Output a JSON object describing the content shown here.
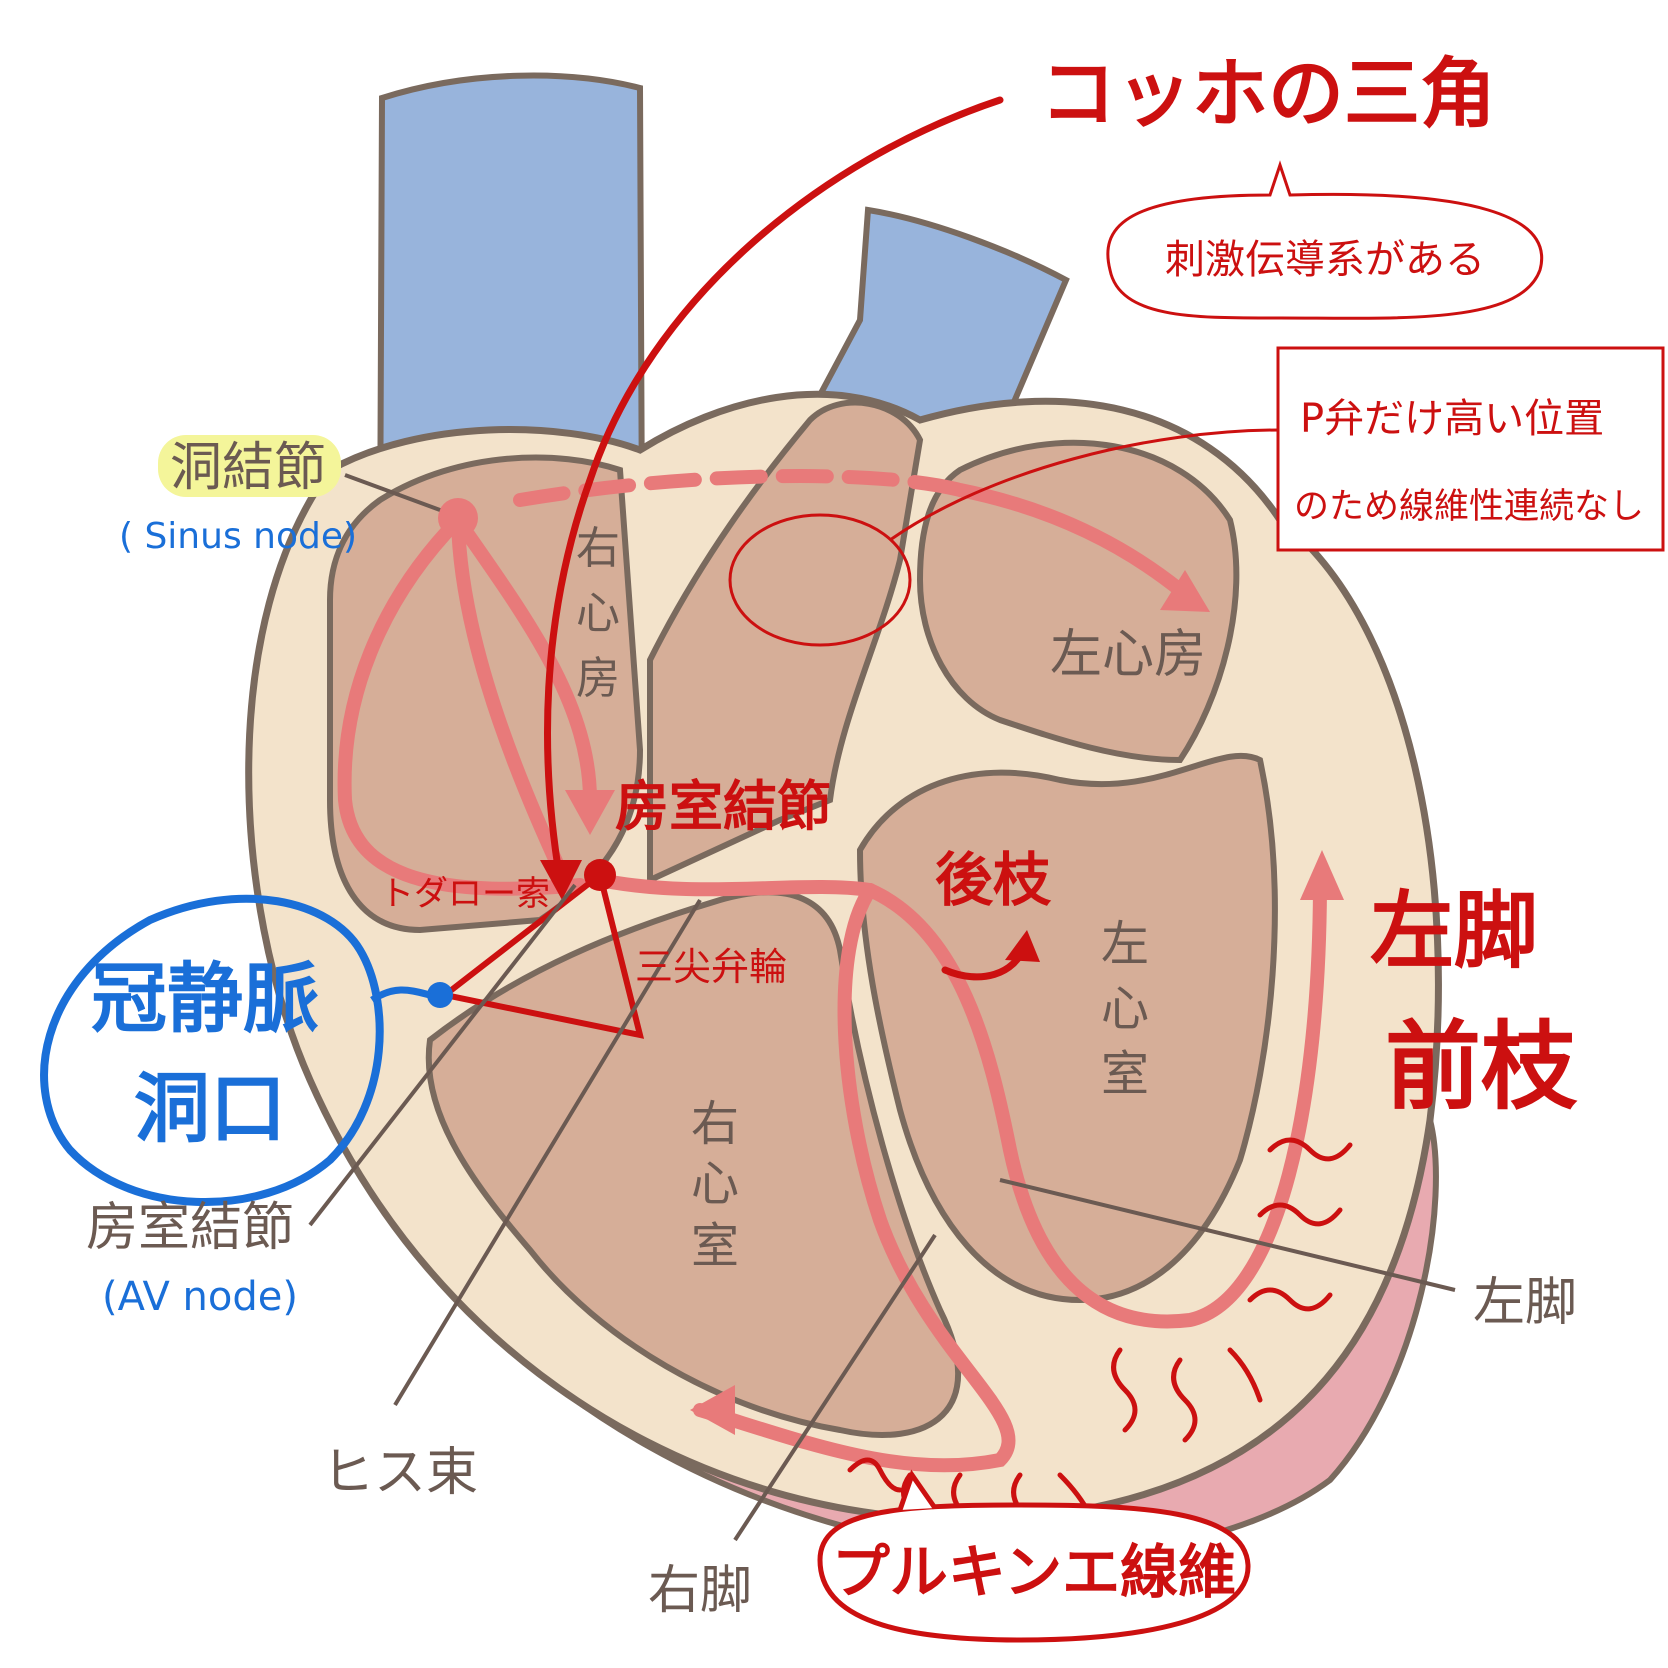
{
  "labels": {
    "right_atrium": [
      "右",
      "心",
      "房"
    ],
    "left_atrium": "左心房",
    "left_ventricle": [
      "左",
      "心",
      "室"
    ],
    "right_ventricle": [
      "右",
      "心",
      "室"
    ],
    "sinus_node": "洞結節",
    "sinus_node_en": "( Sinus node)",
    "av_node": "房室結節",
    "av_node_en": "(AV node)",
    "his_bundle": "ヒス束",
    "right_bundle": "右脚",
    "left_bundle": "左脚"
  },
  "annotations": {
    "koch_triangle": "コッホの三角",
    "bubble_text": "刺激伝導系がある",
    "box_line1": "P弁だけ高い位置",
    "box_line2": "のため線維性連続なし",
    "av_node_hand": "房室結節",
    "todaro": "トダロー索",
    "tricuspid_ring": "三尖弁輪",
    "posterior_branch": "後枝",
    "left_bundle_hand": "左脚",
    "anterior_branch": "前枝",
    "coronary_sinus_1": "冠静脈",
    "coronary_sinus_2": "洞口",
    "purkinje": "プルキンエ線維"
  },
  "colors": {
    "vessel": "#98b4dc",
    "wall": "#f3e3cb",
    "chamber": "#d6ae98",
    "outline": "#7a6a5e",
    "pathway": "#e87a7a",
    "annotation_red": "#cc1010",
    "annotation_blue": "#1a6fd8",
    "highlight": "#f4f59a",
    "epicardium": "#e8aab0"
  }
}
